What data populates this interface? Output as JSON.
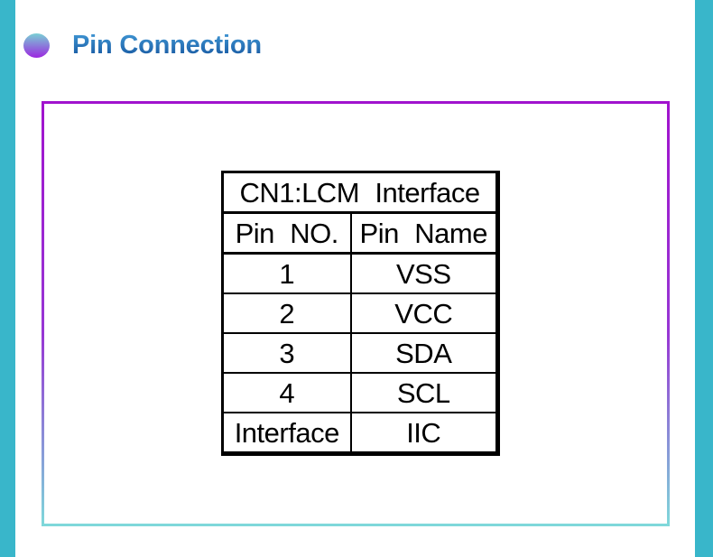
{
  "header": {
    "title": "Pin Connection"
  },
  "table": {
    "title": "CN1:LCM Interface",
    "columns": [
      "Pin NO.",
      "Pin Name"
    ],
    "rows": [
      {
        "pin_no": "1",
        "pin_name": "VSS"
      },
      {
        "pin_no": "2",
        "pin_name": "VCC"
      },
      {
        "pin_no": "3",
        "pin_name": "SDA"
      },
      {
        "pin_no": "4",
        "pin_name": "SCL"
      },
      {
        "pin_no": "Interface",
        "pin_name": "IIC"
      }
    ]
  },
  "colors": {
    "edge_bar": "#39b6ca",
    "bullet_top": "#79d0d4",
    "bullet_bottom": "#9c27e0",
    "title_top": "#3e94d2",
    "title_bottom": "#1a5ca4",
    "box_top": "#a113ce",
    "box_mid": "#9737d4",
    "box_bottom": "#7fd8da",
    "table_line": "#000000"
  }
}
